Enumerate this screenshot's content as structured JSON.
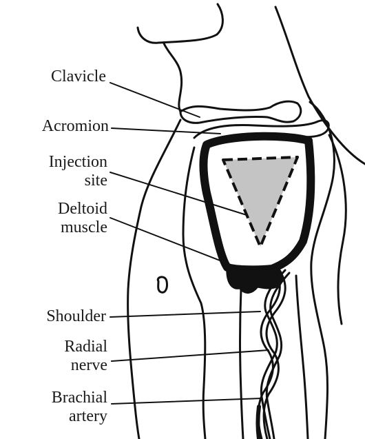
{
  "labels": {
    "clavicle": "Clavicle",
    "acromion": "Acromion",
    "injection_line1": "Injection",
    "injection_line2": "site",
    "deltoid_line1": "Deltoid",
    "deltoid_line2": "muscle",
    "shoulder": "Shoulder",
    "radial_line1": "Radial",
    "radial_line2": "nerve",
    "brachial_line1": "Brachial",
    "brachial_line2": "artery"
  },
  "colors": {
    "ink": "#111111",
    "injection_fill": "#c4c4c4",
    "background": "#ffffff"
  }
}
